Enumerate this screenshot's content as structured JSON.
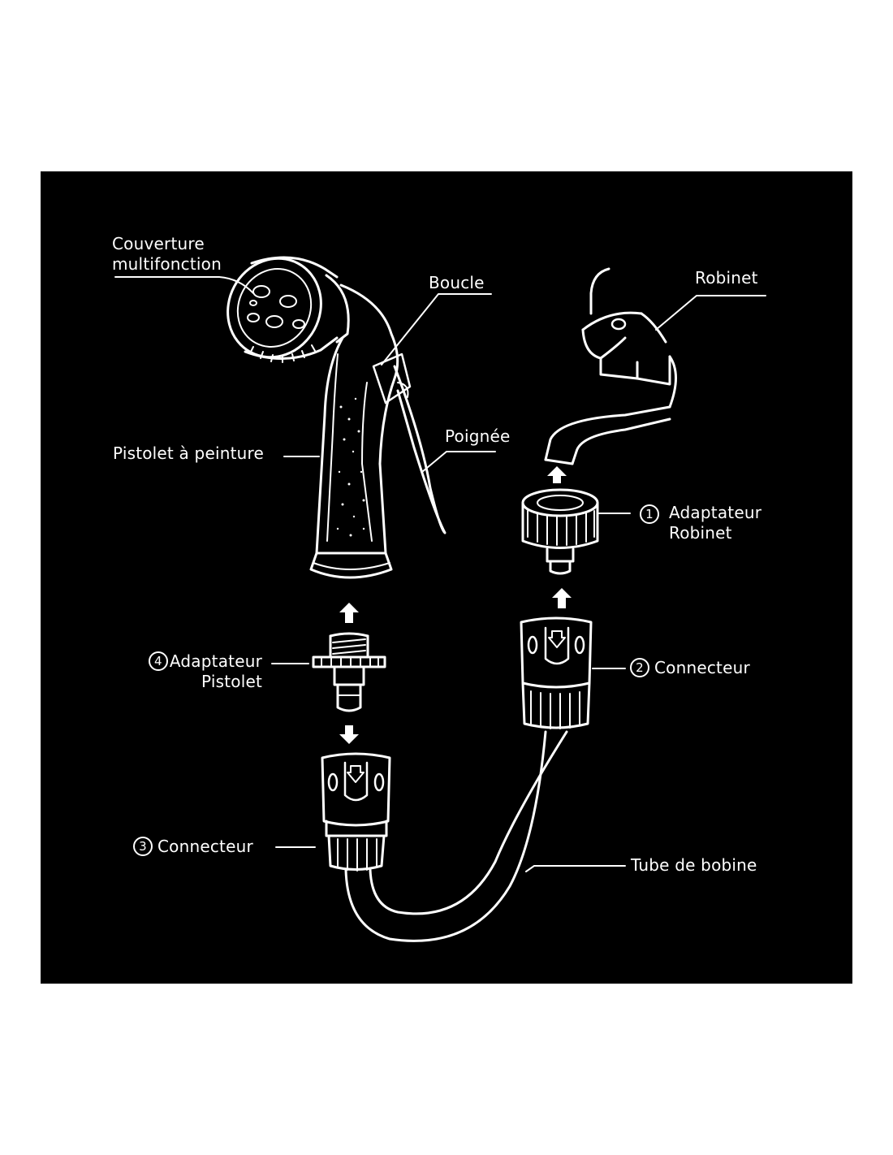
{
  "labels": {
    "cover_line1": "Couverture",
    "cover_line2": "multifonction",
    "boucle": "Boucle",
    "robinet": "Robinet",
    "pistolet_peinture": "Pistolet à peinture",
    "poignee": "Poignée",
    "adapt_robinet_num": "1",
    "adapt_robinet_line1": "Adaptateur",
    "adapt_robinet_line2": "Robinet",
    "connecteur2_num": "2",
    "connecteur2": "Connecteur",
    "adapt_pistolet_num": "4",
    "adapt_pistolet_line1": "Adaptateur",
    "adapt_pistolet_line2": "Pistolet",
    "connecteur3_num": "3",
    "connecteur3": "Connecteur",
    "tube": "Tube de bobine"
  },
  "colors": {
    "background": "#000000",
    "line": "#ffffff",
    "page": "#ffffff"
  }
}
